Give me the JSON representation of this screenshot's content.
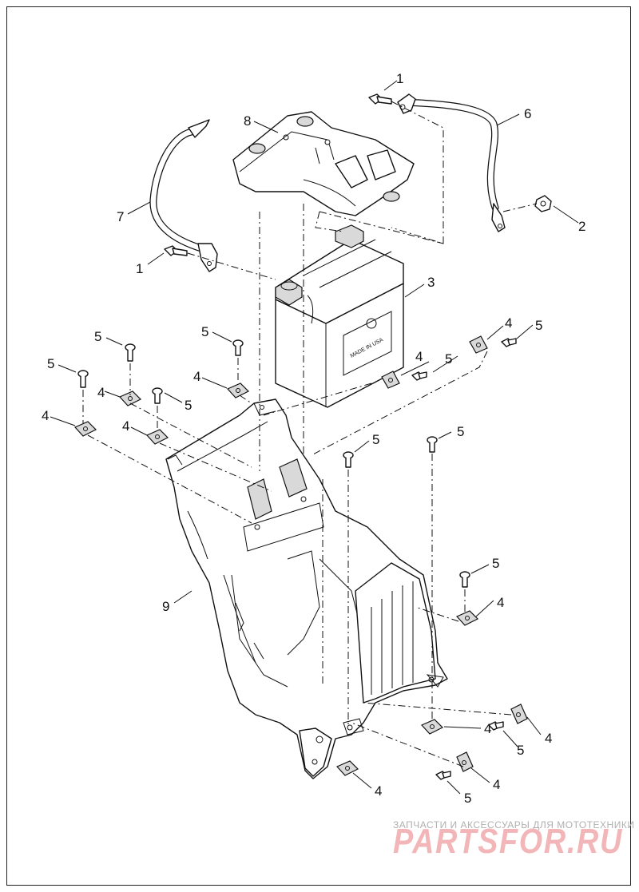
{
  "diagram": {
    "callouts": [
      {
        "id": "c1a",
        "label": "1"
      },
      {
        "id": "c1b",
        "label": "1"
      },
      {
        "id": "c2",
        "label": "2"
      },
      {
        "id": "c3",
        "label": "3"
      },
      {
        "id": "c4a",
        "label": "4"
      },
      {
        "id": "c4b",
        "label": "4"
      },
      {
        "id": "c4c",
        "label": "4"
      },
      {
        "id": "c4d",
        "label": "4"
      },
      {
        "id": "c4e",
        "label": "4"
      },
      {
        "id": "c4f",
        "label": "4"
      },
      {
        "id": "c4g",
        "label": "4"
      },
      {
        "id": "c4h",
        "label": "4"
      },
      {
        "id": "c4i",
        "label": "4"
      },
      {
        "id": "c4j",
        "label": "4"
      },
      {
        "id": "c4k",
        "label": "4"
      },
      {
        "id": "c5a",
        "label": "5"
      },
      {
        "id": "c5b",
        "label": "5"
      },
      {
        "id": "c5c",
        "label": "5"
      },
      {
        "id": "c5d",
        "label": "5"
      },
      {
        "id": "c5e",
        "label": "5"
      },
      {
        "id": "c5f",
        "label": "5"
      },
      {
        "id": "c5g",
        "label": "5"
      },
      {
        "id": "c5h",
        "label": "5"
      },
      {
        "id": "c5i",
        "label": "5"
      },
      {
        "id": "c5j",
        "label": "5"
      },
      {
        "id": "c5k",
        "label": "5"
      },
      {
        "id": "c6",
        "label": "6"
      },
      {
        "id": "c7",
        "label": "7"
      },
      {
        "id": "c8",
        "label": "8"
      },
      {
        "id": "c9",
        "label": "9"
      }
    ],
    "battery_marking": "MADE IN USA"
  },
  "watermark": {
    "caption": "ЗАПЧАСТИ И АКСЕССУАРЫ ДЛЯ МОТОТЕХНИКИ",
    "brand": "PARTSFOR.RU"
  }
}
